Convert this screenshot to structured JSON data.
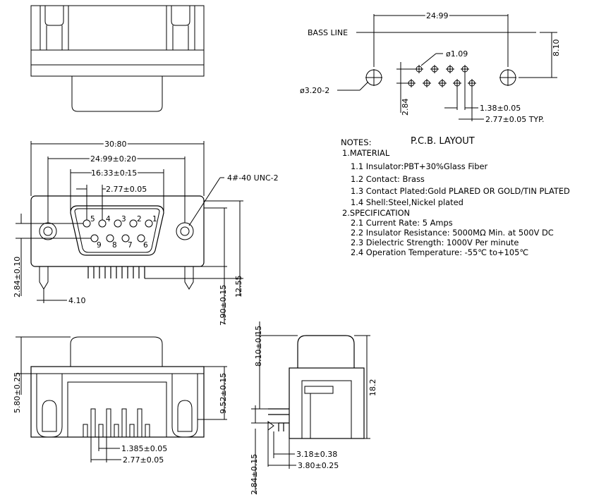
{
  "pcb_layout": {
    "base_line_label": "BASS LINE",
    "pitch_dim": "24.99",
    "height_dim": "8.10",
    "pin_hole_dim": "ø1.09",
    "mount_hole_dim": "ø3.20-2",
    "row_offset_dim": "2.84",
    "half_pitch_dim": "1.38±0.05",
    "pin_pitch_dim": "2.77±0.05 TYP."
  },
  "notes": {
    "heading": "NOTES:",
    "title": "P.C.B.  LAYOUT",
    "material_heading": "1.MATERIAL",
    "material": [
      "1.1  Insulator:PBT+30%Glass  Fiber",
      "1.2  Contact: Brass",
      "1.3  Contact  Plated:Gold  PLARED  OR  GOLD/TIN  PLATED",
      "1.4  Shell:Steel,Nickel  plated"
    ],
    "spec_heading": "2.SPECIFICATION",
    "specification": [
      "2.1  Current  Rate:  5  Amps",
      "2.2  Insulator  Resistance:  5000MΩ  Min.  at  500V  DC",
      "2.3  Dielectric  Strength:  1000V  Per  minute",
      "2.4  Operation  Temperature:  -55℃  to+105℃"
    ]
  },
  "front_view": {
    "overall_width": "30.80",
    "mount_pitch": "24.99±0.20",
    "shell_width": "16.33±0.15",
    "pin_pitch": "2.77±0.05",
    "thread_callout": "4#-40  UNC-2",
    "pin_numbers_top": [
      "5",
      "4",
      "3",
      "2",
      "1"
    ],
    "pin_numbers_bottom": [
      "9",
      "8",
      "7",
      "6"
    ],
    "row_offset": "2.84±0.10",
    "peg_offset": "4.10",
    "body_height": "7.90±0.15",
    "total_height": "12.55"
  },
  "bottom_view": {
    "left_height": "5.80±0.25",
    "right_height": "9.52±0.15",
    "half_pitch": "1.385±0.05",
    "pin_pitch": "2.77±0.05"
  },
  "side_view": {
    "top_height": "8.10±0.15",
    "overall_height": "18.2",
    "pin_row_offset": "2.84±0.15",
    "pin_offset_a": "3.18±0.38",
    "pin_offset_b": "3.80±0.25"
  }
}
